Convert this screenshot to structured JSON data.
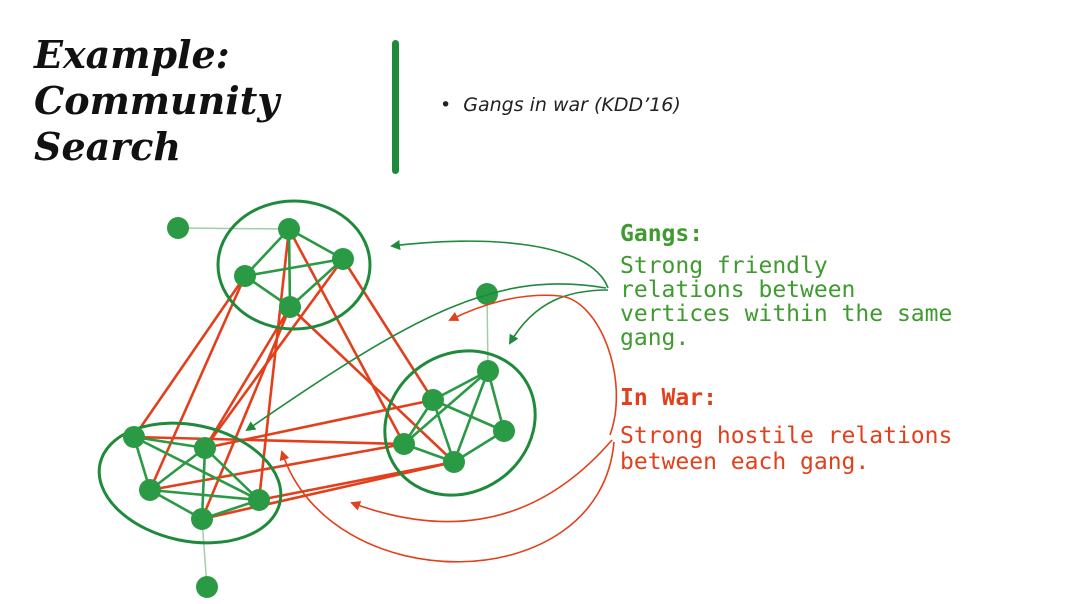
{
  "title_lines": [
    "Example:",
    "Community",
    "Search"
  ],
  "bullet": {
    "marker": "•",
    "text": "Gangs in war (KDD’16)"
  },
  "gangs_block": {
    "heading": "Gangs:",
    "lines": [
      "Strong friendly",
      "relations between",
      "vertices within the same",
      "gang."
    ]
  },
  "war_block": {
    "heading": "In War:",
    "lines": [
      "Strong hostile relations",
      "between each gang."
    ]
  },
  "colors": {
    "friendly": "#1f8a3b",
    "node": "#2a9a44",
    "hostile": "#e2401c",
    "accent_green_text": "#3f9a2f",
    "accent_red_text": "#e2401c"
  }
}
